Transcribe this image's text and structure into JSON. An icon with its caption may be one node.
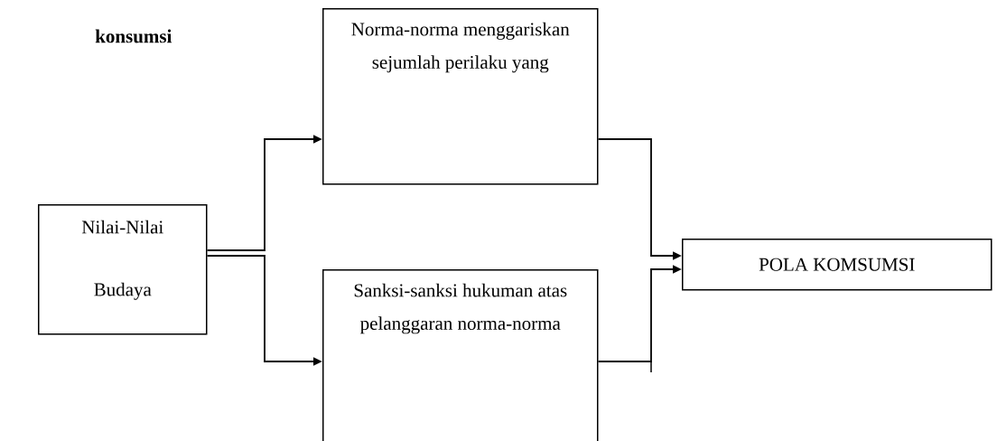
{
  "diagram": {
    "nodes": [
      {
        "text": [
          "Nilai-Nilai Budaya"
        ]
      },
      {
        "text": [
          "Norma-norma menggariskan sejumlah perilaku yang"
        ]
      },
      {
        "text": [
          "Sanksi-sanksi hukuman atas pelanggaran norma-norma"
        ]
      },
      {
        "text": [
          "POLA KOMSUMSI"
        ]
      }
    ],
    "edges": [
      {
        "from": 0,
        "to": 1,
        "arrow": "to"
      },
      {
        "from": 0,
        "to": 2,
        "arrow": "to"
      },
      {
        "from": 1,
        "to": 3,
        "arrow": "to"
      },
      {
        "from": 2,
        "to": 3,
        "arrow": "to"
      }
    ],
    "labels": [
      "konsumsi"
    ]
  }
}
